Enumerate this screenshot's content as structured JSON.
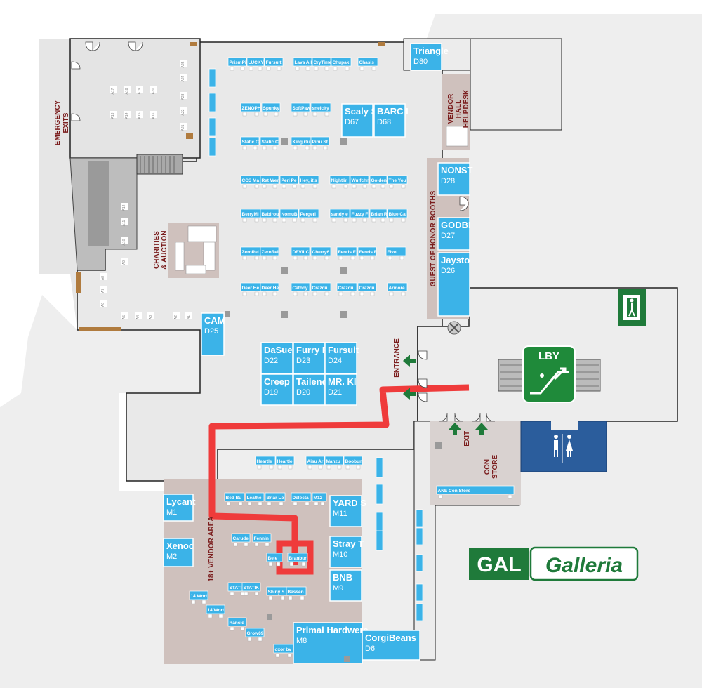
{
  "labels": {
    "emergency_exits_1": "EMERGENCY",
    "emergency_exits_2": "EXITS",
    "charities_1": "CHARITIES",
    "charities_2": "& AUCTION",
    "vendor_helpdesk_1": "VENDOR",
    "vendor_helpdesk_2": "HALL",
    "vendor_helpdesk_3": "HELPDESK",
    "guest_of_honor": "GUEST OF HONOR BOOTHS",
    "entrance": "ENTRANCE",
    "exit": "EXIT",
    "con_store_1": "CON",
    "con_store_2": "STORE",
    "vendor_area_18": "18+ VENDOR AREA",
    "lobby": "LBY",
    "galleria_code": "GAL",
    "galleria_name": "Galleria"
  },
  "large_booths": [
    {
      "id": "triangle",
      "name": "Triangle",
      "code": "D80"
    },
    {
      "id": "scaly",
      "name": "Scaly S",
      "code": "D67"
    },
    {
      "id": "barc",
      "name": "BARC I",
      "code": "D68"
    },
    {
      "id": "nonst",
      "name": "NONST",
      "code": "D28"
    },
    {
      "id": "godbi",
      "name": "GODBI",
      "code": "D27"
    },
    {
      "id": "jaysto",
      "name": "Jaysto",
      "code": "D26"
    },
    {
      "id": "cam",
      "name": "CAM",
      "code": "D25"
    },
    {
      "id": "dasue",
      "name": "DaSue",
      "code": "D22"
    },
    {
      "id": "furry",
      "name": "Furry F",
      "code": "D23"
    },
    {
      "id": "fursuit",
      "name": "Fursuit",
      "code": "D24"
    },
    {
      "id": "creep",
      "name": "Creep",
      "code": "D19"
    },
    {
      "id": "tailend",
      "name": "Tailend",
      "code": "D20"
    },
    {
      "id": "mrki",
      "name": "MR. KI",
      "code": "D21"
    },
    {
      "id": "lycant",
      "name": "Lycant",
      "code": "M1"
    },
    {
      "id": "xenoc",
      "name": "Xenoc",
      "code": "M2"
    },
    {
      "id": "yard",
      "name": "YARD S",
      "code": "M11"
    },
    {
      "id": "stray",
      "name": "Stray T",
      "code": "M10"
    },
    {
      "id": "bnb",
      "name": "BNB",
      "code": "M9"
    },
    {
      "id": "primal",
      "name": "Primal Hardwere",
      "code": "M8"
    },
    {
      "id": "corgi",
      "name": "CorgiBeans",
      "code": "D6"
    }
  ],
  "small_booths": [
    "PrismPi",
    "LUCKY",
    "Fursuit",
    "Lava All",
    "CryTime",
    "Chupak",
    "Chasis",
    "ZENOPH",
    "Spunky",
    "SoftPaw",
    "snelcity",
    "Static C",
    "Static C",
    "King Gu",
    "Pinu St",
    "CCS Ma",
    "Rat Wer",
    "Peri Pe",
    "Hey, it's",
    "Nightlir",
    "Wulfchn",
    "Golden",
    "The You",
    "BerryMi",
    "Babirou",
    "NomuBi",
    "Pergeri",
    "sandy e",
    "Fuzzy Fr",
    "Brian R",
    "Blue Ca",
    "ZeroRei",
    "ZeroRei",
    "DEVILC",
    "Cherry6",
    "Fenris F",
    "Fenris F",
    "Fivel",
    "Deer He",
    "Deer He",
    "Catboy",
    "Crazdu",
    "Crazdu",
    "Crazdu",
    "Armore",
    "Heartle",
    "Heartle",
    "Aisu Ar",
    "Manzu",
    "Boobun",
    "Bed Bu",
    "Leathe",
    "Briar Lo",
    "Delecta",
    "M12",
    "Bele",
    "Branbur",
    "Carude",
    "Fennin",
    "STATIK",
    "STATIK",
    "Shiny S",
    "Bassen",
    "14 Wort",
    "14 Wort",
    "Rancid",
    "Grow69",
    "oxor bv",
    "ANE Con Store"
  ],
  "seat_labels": [
    "A17",
    "A18",
    "A19",
    "A20",
    "A13",
    "A14",
    "A15",
    "A16",
    "A25",
    "A24",
    "A23",
    "A22",
    "A21",
    "A12",
    "A11",
    "A10",
    "A9",
    "A8",
    "A7",
    "A6",
    "A5",
    "A4",
    "A3",
    "A2",
    "A1"
  ],
  "colors": {
    "booth_blue": "#3bb3e8",
    "route_red": "#ef3b3b",
    "arrow_green": "#1f7a3a",
    "restroom_blue": "#2b5d9c",
    "label_maroon": "#7b1e1e",
    "zone_tan": "#cfc1bd",
    "floor_gray": "#e9e9e9"
  },
  "icons": [
    "emergency-exit-icon",
    "escalator-icon",
    "restroom-icon",
    "arrow-up-icon"
  ]
}
